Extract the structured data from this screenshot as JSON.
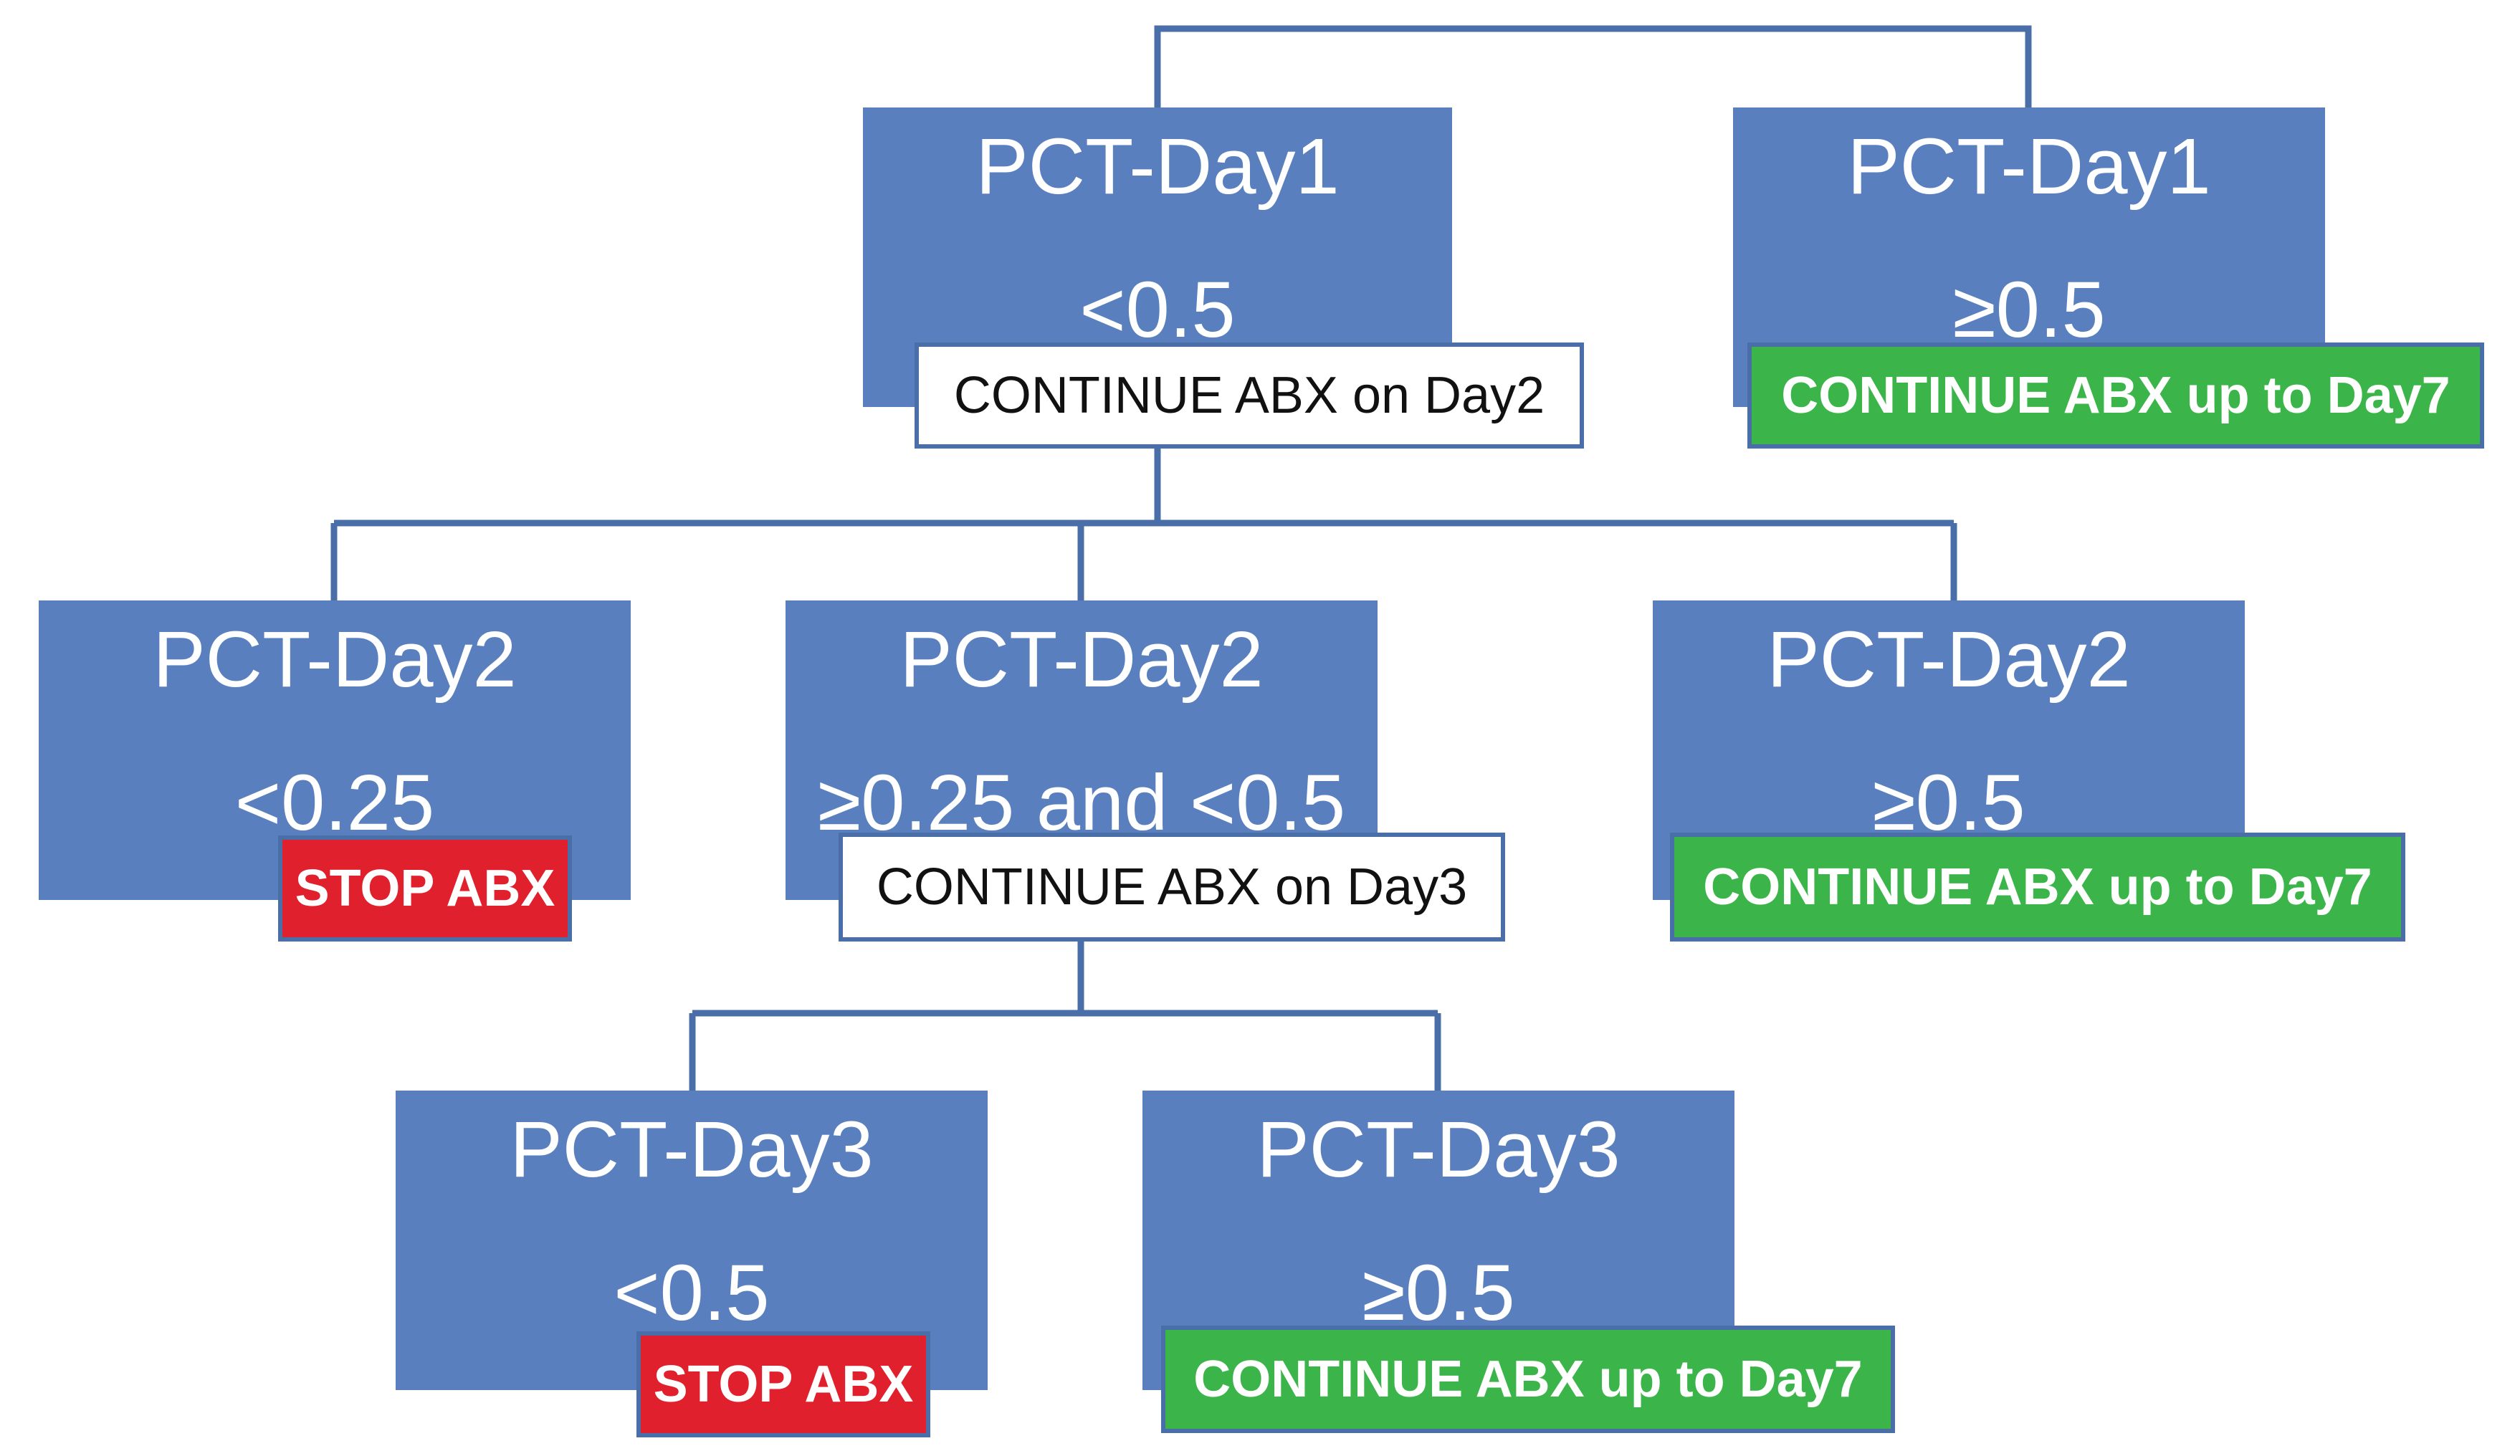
{
  "colors": {
    "node_fill": "#5a7fbf",
    "connector": "#4a6fa8",
    "continue_green": "#3bb54a",
    "stop_red": "#e1202d",
    "note_white": "#ffffff"
  },
  "nodes": {
    "day1_low": {
      "title": "PCT-Day1",
      "value": "<0.5",
      "action": "CONTINUE ABX on Day2"
    },
    "day1_high": {
      "title": "PCT-Day1",
      "value": "≥0.5",
      "action": "CONTINUE ABX up to Day7"
    },
    "day2_low": {
      "title": "PCT-Day2",
      "value": "<0.25",
      "action": "STOP ABX"
    },
    "day2_mid": {
      "title": "PCT-Day2",
      "value": "≥0.25 and <0.5",
      "action": "CONTINUE ABX on Day3"
    },
    "day2_high": {
      "title": "PCT-Day2",
      "value": "≥0.5",
      "action": "CONTINUE ABX up to Day7"
    },
    "day3_low": {
      "title": "PCT-Day3",
      "value": "<0.5",
      "action": "STOP ABX"
    },
    "day3_high": {
      "title": "PCT-Day3",
      "value": "≥0.5",
      "action": "CONTINUE ABX up to Day7"
    }
  }
}
